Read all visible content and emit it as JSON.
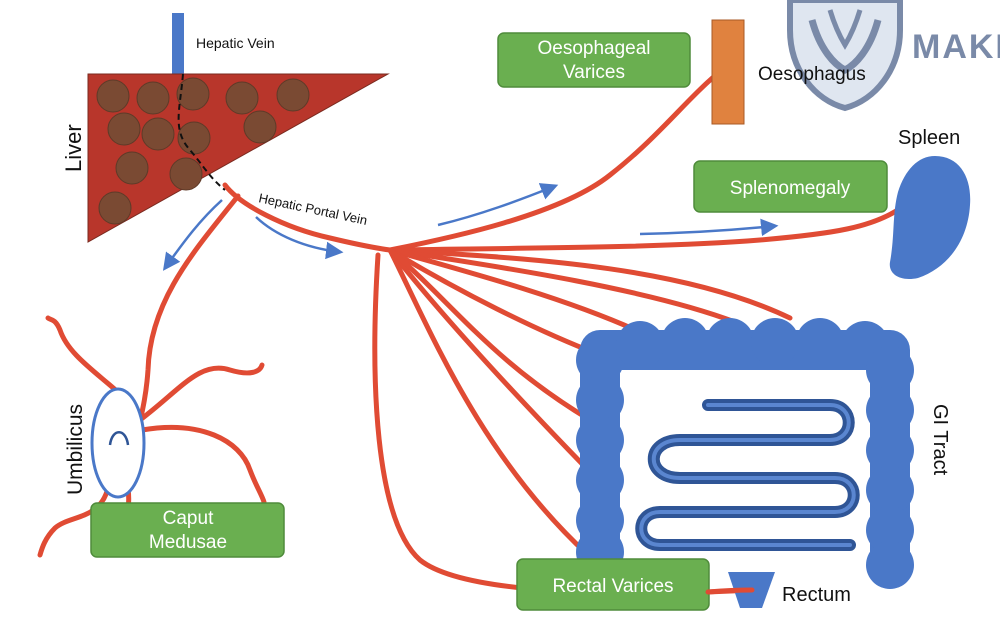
{
  "colors": {
    "vessel": "#e04b34",
    "liver": "#b8362b",
    "lobule": "#7a4a33",
    "intestine": "#4a78c8",
    "small_intestine": "#2f5596",
    "esophagus": "#e0823f",
    "green_box": "#6aaf50",
    "green_box_border": "#4f8c3b",
    "flow_arrow": "#4a78c8",
    "logo": "#7a8aa8"
  },
  "labels": {
    "hepatic_vein": "Hepatic Vein",
    "liver": "Liver",
    "hepatic_portal_vein": "Hepatic Portal Vein",
    "oesophagus": "Oesophagus",
    "spleen": "Spleen",
    "gi_tract": "GI Tract",
    "umbilicus": "Umbilicus",
    "rectum": "Rectum"
  },
  "boxes": {
    "oesophageal_varices": [
      "Oesophageal",
      "Varices"
    ],
    "splenomegaly": [
      "Splenomegaly"
    ],
    "caput_medusae": [
      "Caput",
      "Medusae"
    ],
    "rectal_varices": [
      "Rectal Varices"
    ]
  },
  "logo": {
    "text": "MAKE",
    "icon": "make-logo-icon"
  }
}
